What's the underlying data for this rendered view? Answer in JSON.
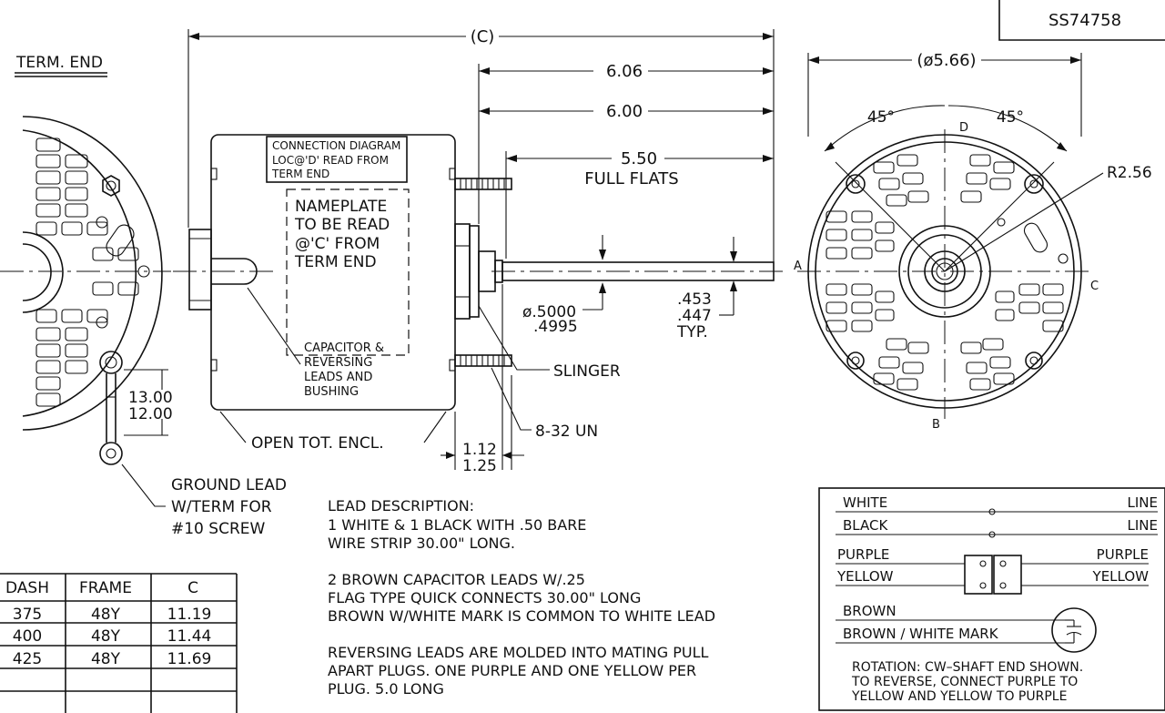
{
  "part_number": "SS74758",
  "term_end_label": "TERM. END",
  "dimensions": {
    "overall": "(C)",
    "d606": "6.06",
    "d600": "6.00",
    "d550": "5.50",
    "full_flats": "FULL FLATS",
    "dia_top": "ø.5000",
    "dia_bot": ".4995",
    "flat_top": ".453",
    "flat_mid": ".447",
    "flat_typ": "TYP.",
    "d1300": "13.00",
    "d1200": "12.00",
    "d112": "1.12",
    "d125": "1.25",
    "outer_dia": "(ø5.66)",
    "angle_left": "45°",
    "angle_right": "45°",
    "radius": "R2.56"
  },
  "view_letters": {
    "a": "A",
    "b": "B",
    "c": "C",
    "d": "D"
  },
  "connection_note": [
    "CONNECTION DIAGRAM",
    "LOC@'D' READ FROM",
    "TERM END"
  ],
  "nameplate_note": [
    "NAMEPLATE",
    "TO BE READ",
    "@'C' FROM",
    "TERM END"
  ],
  "capacitor_note": [
    "CAPACITOR &",
    "REVERSING",
    "LEADS AND",
    "BUSHING"
  ],
  "callouts": {
    "slinger": "SLINGER",
    "thread": "8-32 UN",
    "open_encl": "OPEN  TOT. ENCL."
  },
  "ground_lead": [
    "GROUND LEAD",
    "W/TERM FOR",
    "#10 SCREW"
  ],
  "lead_description": [
    "LEAD DESCRIPTION:",
    "1 WHITE & 1 BLACK WITH .50 BARE",
    "WIRE STRIP 30.00\" LONG.",
    "",
    "2 BROWN CAPACITOR LEADS W/.25",
    "FLAG TYPE QUICK CONNECTS 30.00\" LONG",
    "BROWN W/WHITE MARK IS COMMON TO WHITE LEAD",
    "",
    "REVERSING LEADS ARE MOLDED INTO MATING PULL",
    "APART PLUGS. ONE PURPLE AND ONE YELLOW PER",
    "PLUG. 5.0 LONG"
  ],
  "dash_table": {
    "headers": [
      "DASH",
      "FRAME",
      "C"
    ],
    "rows": [
      [
        "375",
        "48Y",
        "11.19"
      ],
      [
        "400",
        "48Y",
        "11.44"
      ],
      [
        "425",
        "48Y",
        "11.69"
      ],
      [
        "",
        "",
        ""
      ],
      [
        "",
        "",
        ""
      ]
    ]
  },
  "wiring": {
    "white": "WHITE",
    "black": "BLACK",
    "line1": "LINE",
    "line2": "LINE",
    "purple_left": "PURPLE",
    "yellow_left": "YELLOW",
    "purple_right": "PURPLE",
    "yellow_right": "YELLOW",
    "brown": "BROWN",
    "brown_white": "BROWN  /  WHITE  MARK",
    "rotation": [
      "ROTATION:  CW–SHAFT END SHOWN.",
      "TO REVERSE, CONNECT PURPLE TO",
      "YELLOW AND YELLOW TO PURPLE"
    ]
  }
}
